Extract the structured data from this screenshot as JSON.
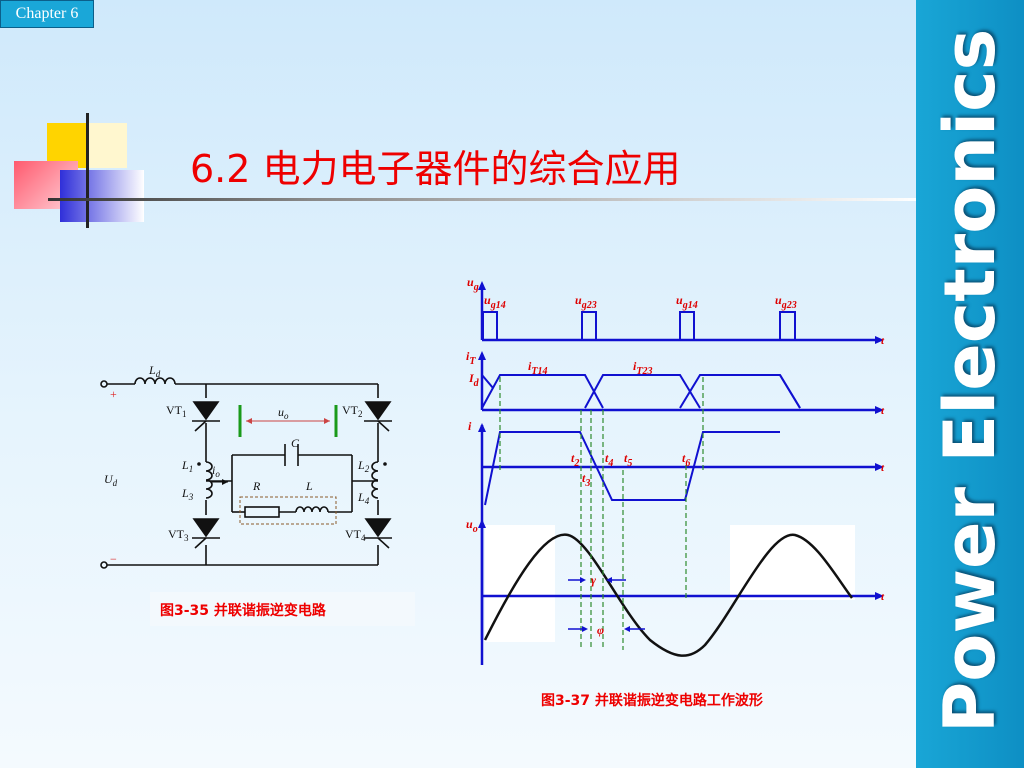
{
  "header": {
    "chapter_label": "Chapter 6",
    "title": "6.2 电力电子器件的综合应用"
  },
  "brand": {
    "text": "Power Electronics"
  },
  "colors": {
    "red": "#ee0000",
    "blue": "#1010d0",
    "green": "#2e8b2e",
    "band": "#19a6d6"
  },
  "circuit": {
    "caption": "图3-35 并联谐振逆变电路",
    "labels": {
      "ld": "L",
      "ld_sub": "d",
      "plus": "+",
      "minus": "−",
      "ud": "U",
      "ud_sub": "d",
      "vt1": "VT",
      "vt1_sub": "1",
      "vt2": "VT",
      "vt2_sub": "2",
      "vt3": "VT",
      "vt3_sub": "3",
      "vt4": "VT",
      "vt4_sub": "4",
      "uo": "u",
      "uo_sub": "o",
      "io": "i",
      "io_sub": "o",
      "c": "C",
      "r": "R",
      "l": "L",
      "l1": "L",
      "l1_sub": "1",
      "l2": "L",
      "l2_sub": "2",
      "l3": "L",
      "l3_sub": "3",
      "l4": "L",
      "l4_sub": "4"
    }
  },
  "waveforms": {
    "caption": "图3-37 并联谐振逆变电路工作波形",
    "axis_t": "t",
    "ug": {
      "label": "u",
      "sub": "g",
      "pulses": [
        {
          "label": "u",
          "sub": "g14"
        },
        {
          "label": "u",
          "sub": "g23"
        },
        {
          "label": "u",
          "sub": "g14"
        },
        {
          "label": "u",
          "sub": "g23"
        }
      ]
    },
    "iT": {
      "label": "i",
      "sub": "T",
      "id_label": "I",
      "id_sub": "d",
      "it14": "i",
      "it14_sub": "T14",
      "it23": "i",
      "it23_sub": "T23"
    },
    "i": {
      "label": "i",
      "t2": "t",
      "t2_sub": "2",
      "t3": "t",
      "t3_sub": "3",
      "t4": "t",
      "t4_sub": "4",
      "t5": "t",
      "t5_sub": "5",
      "t6": "t",
      "t6_sub": "6"
    },
    "uo": {
      "label": "u",
      "sub": "o",
      "gamma": "γ",
      "phi": "φ"
    }
  }
}
